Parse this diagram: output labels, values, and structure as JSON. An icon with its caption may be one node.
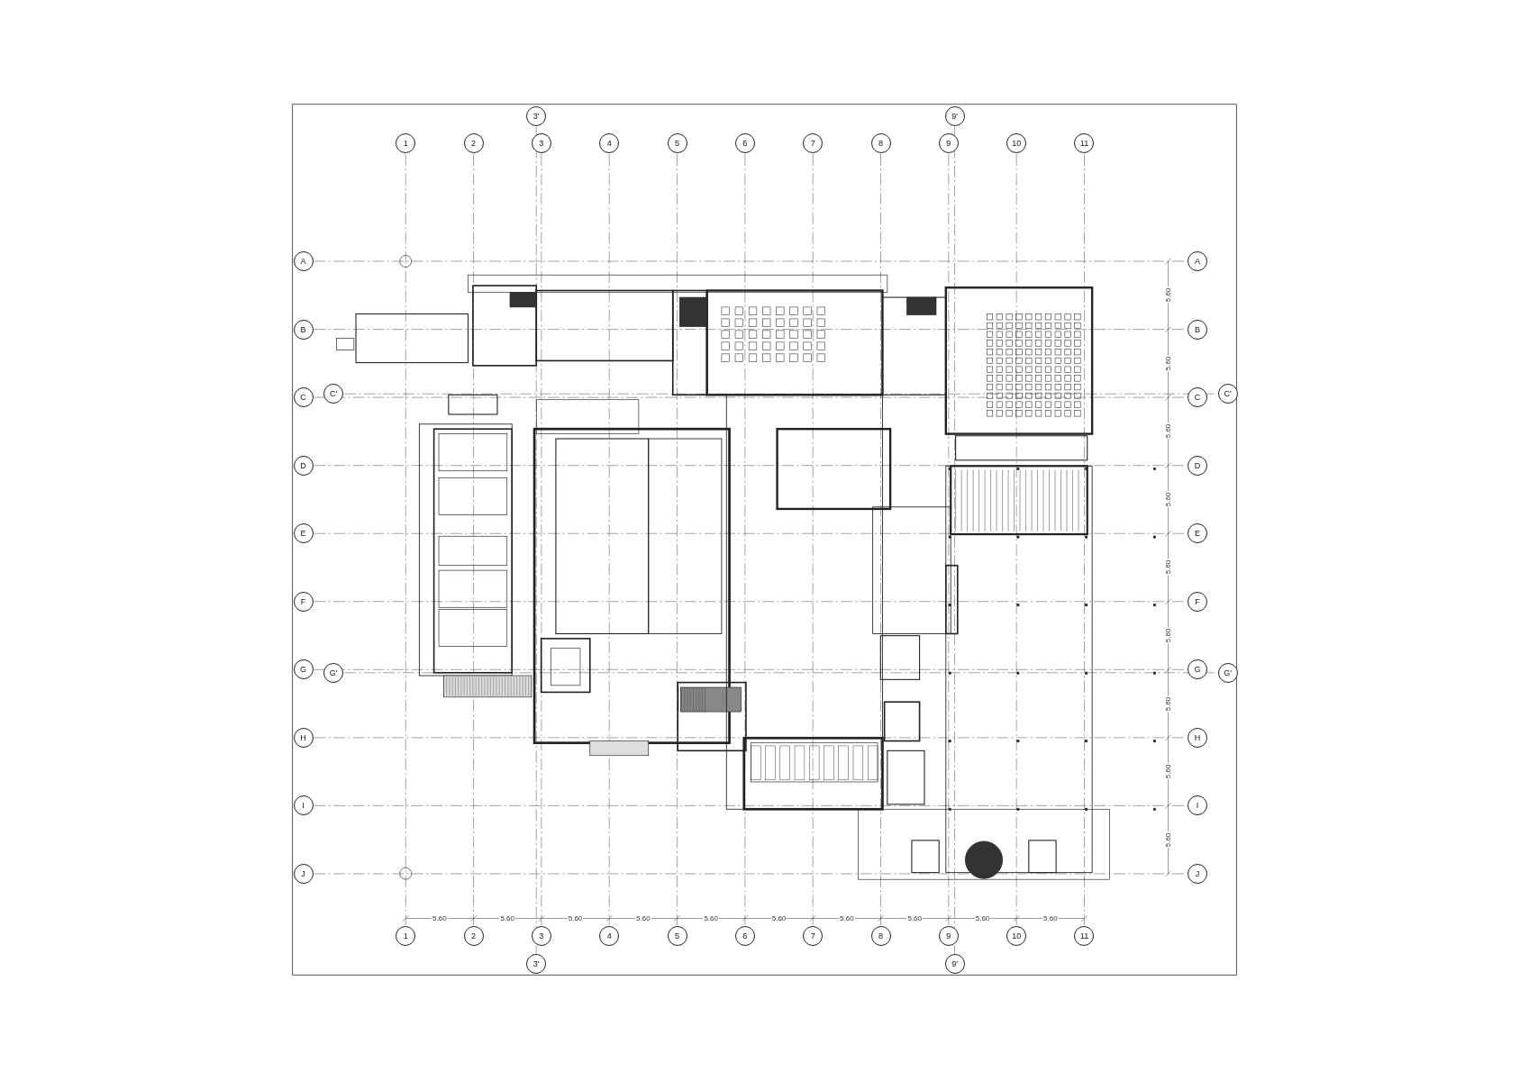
{
  "diagram": {
    "labels": [
      "3'",
      "9'",
      "1",
      "2",
      "3",
      "4",
      "5",
      "6",
      "7",
      "8",
      "9",
      "10",
      "11",
      "A",
      "A",
      "B",
      "B",
      "C",
      "C'",
      "C",
      "C'",
      "D",
      "D",
      "E",
      "E",
      "F",
      "F",
      "G",
      "G'",
      "G",
      "G'",
      "H",
      "H",
      "I",
      "I",
      "J",
      "J",
      "5.60",
      "5.60",
      "5.60",
      "5.60",
      "5.60",
      "5.60",
      "5.60",
      "5.60",
      "5.60",
      "5.60",
      "5.60",
      "5.60",
      "5.60",
      "5.60",
      "5.60",
      "5.60",
      "5.60",
      "5.60",
      "5.60",
      "1",
      "2",
      "3",
      "4",
      "5",
      "6",
      "7",
      "8",
      "9",
      "10",
      "11",
      "3'",
      "9'"
    ]
  }
}
